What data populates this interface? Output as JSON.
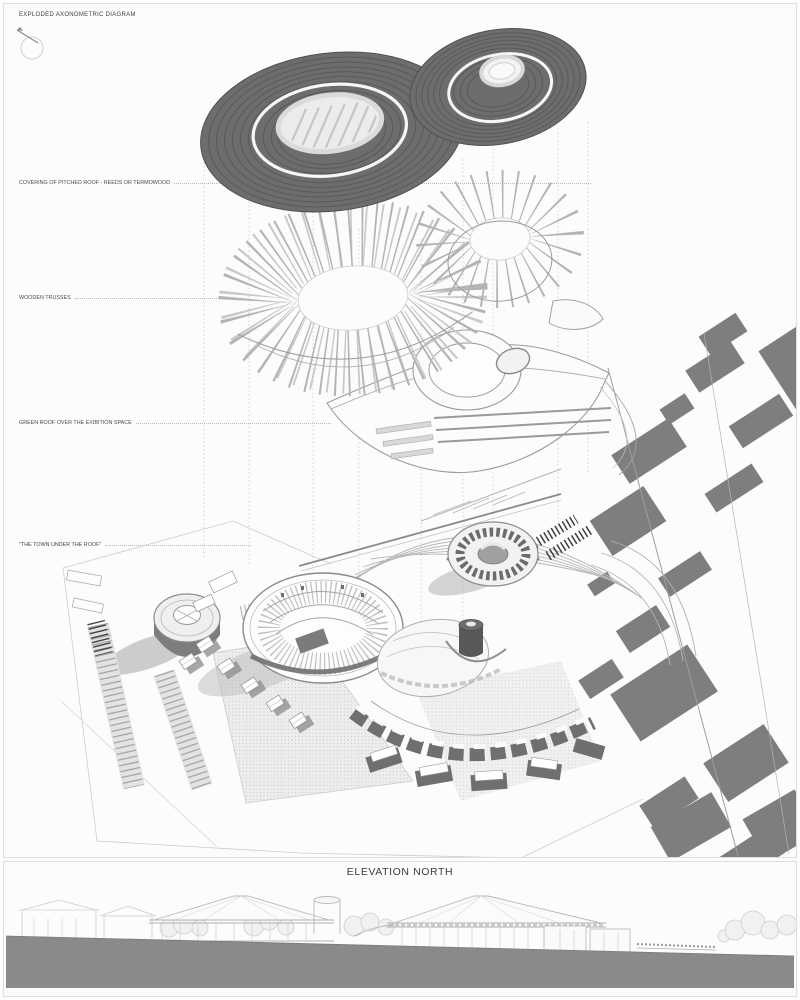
{
  "sheet": {
    "background": "#fdfdfd",
    "panel_border": "#dedede"
  },
  "colors": {
    "roof_dark": "#6d6d6d",
    "roof_ring": "#595959",
    "skylight": "#f0f0f0",
    "truss_line": "#b3b3b3",
    "green_roof_line": "#9c9c9c",
    "context_gray": "#7e7e7e",
    "site_dark": "#6f6f6f",
    "ground_gray": "#8a8a8a",
    "label_text": "#4a4a4a"
  },
  "axon": {
    "title": "EXPLODED AXONOMETRIC DIAGRAM",
    "labels": [
      {
        "text": "COVERING OF PITCHED ROOF - REEDS OR TERMOWOOD"
      },
      {
        "text": "WOODEN TRUSSES"
      },
      {
        "text": "GREEN ROOF OVER THE EXIBITION SPACE"
      },
      {
        "text": "\"THE TOWN UNDER THE ROOF\""
      }
    ]
  },
  "elevation": {
    "title": "ELEVATION NORTH"
  }
}
